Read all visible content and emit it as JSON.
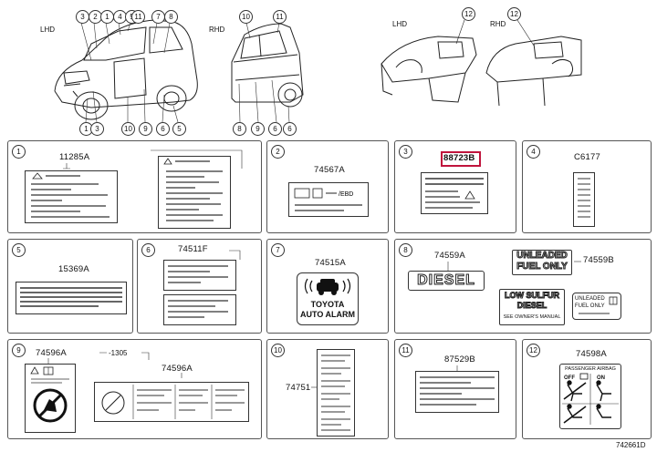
{
  "top": {
    "car_side_left": "LHD",
    "car_side_right": "RHD",
    "dash_side_left": "LHD",
    "dash_side_right": "RHD",
    "callouts_car_left_top": [
      "3",
      "2",
      "1",
      "4",
      "5",
      "11"
    ],
    "callouts_car_left_top_right": [
      "7",
      "8"
    ],
    "callouts_car_left_bottom": [
      "1",
      "3",
      "10",
      "9",
      "6",
      "5"
    ],
    "callout_car_right_top": [
      "10",
      "11"
    ],
    "callouts_car_right_bottom": [
      "8",
      "9",
      "6"
    ],
    "callout_dash_left": "12",
    "callout_dash_right": "12"
  },
  "panels": {
    "p1": {
      "num": "1",
      "code": "11285A"
    },
    "p2": {
      "num": "2",
      "code": "74567A"
    },
    "p3": {
      "num": "3",
      "code": "88723B"
    },
    "p4": {
      "num": "4",
      "code": "C6177"
    },
    "p5": {
      "num": "5",
      "code": "15369A"
    },
    "p6": {
      "num": "6",
      "code": "74511F"
    },
    "p7": {
      "num": "7",
      "code": "74515A",
      "alarm_line1": "TOYOTA",
      "alarm_line2": "AUTO ALARM"
    },
    "p8": {
      "num": "8",
      "code_a": "74559A",
      "code_b": "74559B",
      "diesel": "DIESEL",
      "unleaded_1": "UNLEADED",
      "unleaded_2": "FUEL ONLY",
      "sulfur_1": "LOW SULFUR",
      "sulfur_2": "DIESEL",
      "sulfur_3": "SEE OWNER'S MANUAL",
      "small_label_1": "UNLEADED",
      "small_label_2": "FUEL ONLY"
    },
    "p9": {
      "num": "9",
      "code_a": "74596A",
      "code_b": "74596A",
      "note": "-1305"
    },
    "p10": {
      "num": "10",
      "code": "74751"
    },
    "p11": {
      "num": "11",
      "code": "87529B"
    },
    "p12": {
      "num": "12",
      "code": "74598A",
      "airbag_title": "PASSENGER AIRBAG",
      "off": "OFF",
      "on": "ON"
    }
  },
  "diagram_id": "742661D",
  "colors": {
    "highlight": "#c0143c",
    "line": "#333333"
  }
}
